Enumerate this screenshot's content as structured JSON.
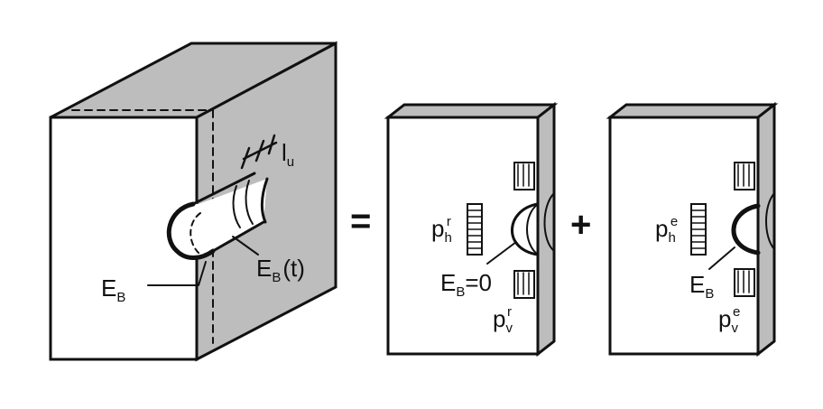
{
  "colors": {
    "ink": "#111111",
    "face": "#ffffff",
    "shade": "#bdbdbd",
    "paper": "#ffffff"
  },
  "operators": {
    "equals": "=",
    "plus": "+"
  },
  "left_block": {
    "length_label": {
      "main": "l",
      "sub": "u"
    },
    "eb_t_label": {
      "main": "E",
      "sub": "B",
      "suffix": "(t)"
    },
    "eb_label": {
      "main": "E",
      "sub": "B"
    }
  },
  "middle_block": {
    "ph_label": {
      "main": "p",
      "sub": "h",
      "sup": "r"
    },
    "eb_zero_label": {
      "main": "E",
      "sub": "B",
      "suffix": "=0"
    },
    "pv_label": {
      "main": "p",
      "sub": "v",
      "sup": "r"
    }
  },
  "right_block": {
    "ph_label": {
      "main": "p",
      "sub": "h",
      "sup": "e"
    },
    "eb_label": {
      "main": "E",
      "sub": "B"
    },
    "pv_label": {
      "main": "p",
      "sub": "v",
      "sup": "e"
    }
  }
}
